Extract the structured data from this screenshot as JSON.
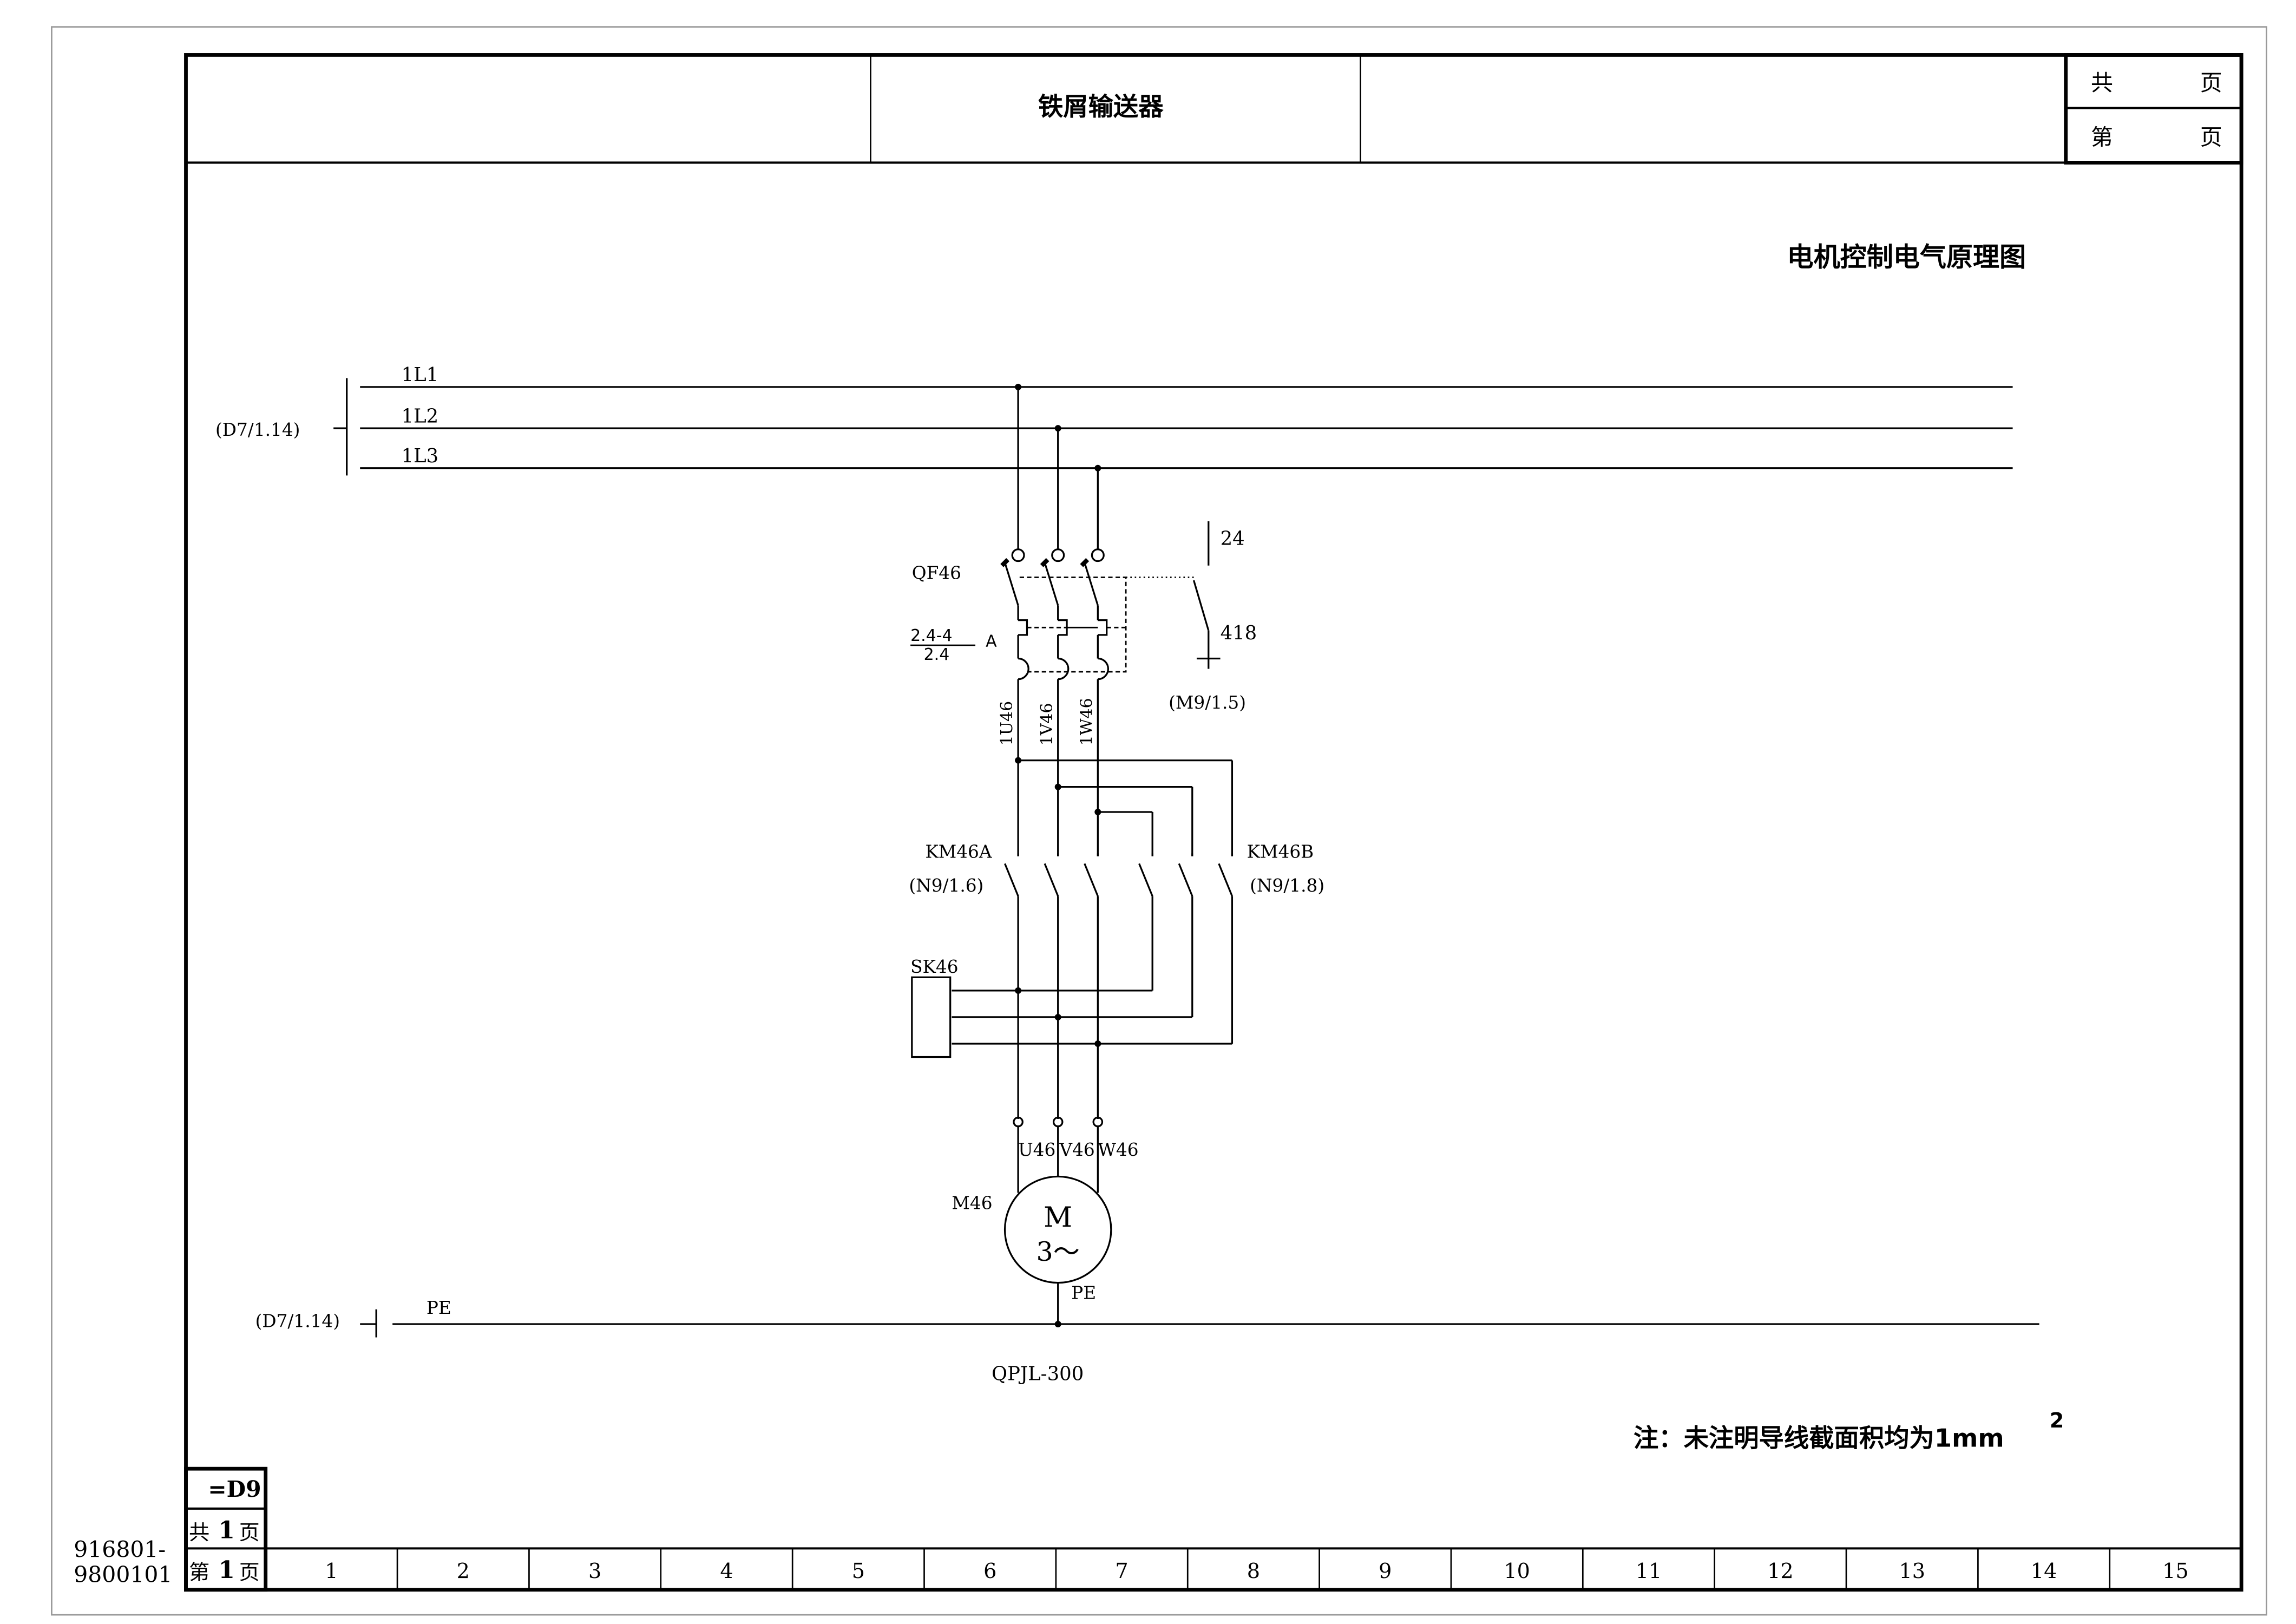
{
  "title_block": {
    "title": "铁屑输送器",
    "total_pages_label_left": "共",
    "total_pages_label_right": "页",
    "page_label_left": "第",
    "page_label_right": "页"
  },
  "drawing_title": "电机控制电气原理图",
  "note": "注：未注明导线截面积均为1mm",
  "note_superscript": "2",
  "busbars": {
    "ref": "(D7/1.14)",
    "labels": [
      "1L1",
      "1L2",
      "1L3"
    ]
  },
  "breaker": {
    "tag": "QF46",
    "setting_numerator": "2.4-4",
    "setting_denominator": "2.4",
    "setting_unit": "A"
  },
  "aux_contact": {
    "top": "24",
    "bottom": "418",
    "ref": "(M9/1.5)"
  },
  "wires": [
    "1U46",
    "1V46",
    "1W46"
  ],
  "contactors": {
    "a_tag": "KM46A",
    "a_ref": "(N9/1.6)",
    "b_tag": "KM46B",
    "b_ref": "(N9/1.8)"
  },
  "switch_tag": "SK46",
  "motor": {
    "tag": "M46",
    "letter": "M",
    "phase": "3～",
    "pe": "PE",
    "terminals": [
      "U46",
      "V46",
      "W46"
    ]
  },
  "pe_bus": {
    "ref": "(D7/1.14)",
    "label": "PE"
  },
  "cable": "QPJL-300",
  "bottom_block": {
    "designation": "=D9",
    "total_left": "共",
    "total_num": "1",
    "total_right": "页",
    "page_left": "第",
    "page_num": "1",
    "page_right": "页"
  },
  "drawing_number": [
    "916801-",
    "9800101"
  ],
  "columns": [
    "1",
    "2",
    "3",
    "4",
    "5",
    "6",
    "7",
    "8",
    "9",
    "10",
    "11",
    "12",
    "13",
    "14",
    "15"
  ]
}
